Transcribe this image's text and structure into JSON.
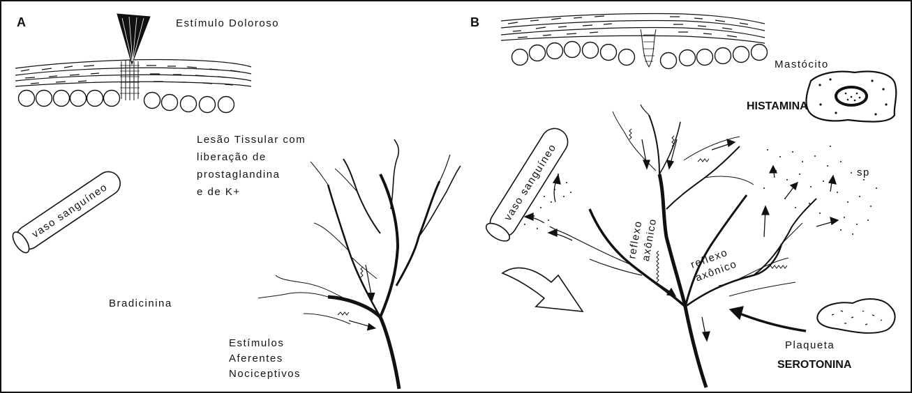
{
  "panel_a": {
    "letter": "A",
    "stimulus_label": "Estímulo Doloroso",
    "lesion_lines": [
      "Lesão Tissular com",
      "liberação de",
      "prostaglandina",
      "e de K+"
    ],
    "vessel_label": "vaso sanguíneo",
    "bradykinin_label": "Bradicinina",
    "afferent_lines": [
      "Estímulos",
      "Aferentes",
      "Nociceptivos"
    ]
  },
  "panel_b": {
    "letter": "B",
    "mast_cell_label": "Mastócito",
    "histamine_label": "HISTAMINA",
    "vessel_label": "vaso sanguíneo",
    "axon_reflex_left": [
      "reflexo",
      "axônico"
    ],
    "axon_reflex_right": [
      "reflexo",
      "axônico"
    ],
    "sp_label": "sp",
    "platelet_label": "Plaqueta",
    "serotonin_label": "SEROTONINA"
  }
}
